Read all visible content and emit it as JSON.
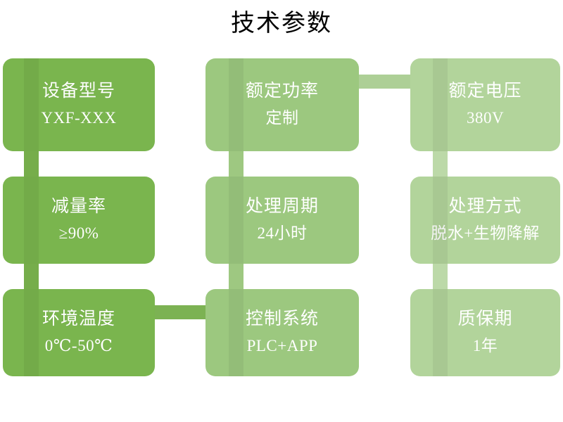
{
  "page": {
    "title": "技术参数",
    "background": "#ffffff",
    "title_color": "#000000"
  },
  "palette": {
    "column1": "#7ab54e",
    "column2": "#9cc87f",
    "column3": "#b2d49b",
    "connector_col1": "#76ad4b",
    "connector_col2": "#9ec881",
    "connector_col3": "#bcd9a8",
    "text": "#ffffff"
  },
  "cards": [
    {
      "id": "model",
      "title": "设备型号",
      "value": "YXF-XXX",
      "color_key": "column1",
      "row": 1,
      "col": 1
    },
    {
      "id": "rated-power",
      "title": "额定功率",
      "value": "定制",
      "color_key": "column2",
      "row": 1,
      "col": 2
    },
    {
      "id": "rated-voltage",
      "title": "额定电压",
      "value": "380V",
      "color_key": "column3",
      "row": 1,
      "col": 3
    },
    {
      "id": "reduction",
      "title": "减量率",
      "value": "≥90%",
      "color_key": "column1",
      "row": 2,
      "col": 1
    },
    {
      "id": "cycle",
      "title": "处理周期",
      "value": "24小时",
      "color_key": "column2",
      "row": 2,
      "col": 2
    },
    {
      "id": "method",
      "title": "处理方式",
      "value": "脱水+生物降解",
      "color_key": "column3",
      "row": 2,
      "col": 3
    },
    {
      "id": "temperature",
      "title": "环境温度",
      "value": "0℃-50℃",
      "color_key": "column1",
      "row": 3,
      "col": 1
    },
    {
      "id": "control",
      "title": "控制系统",
      "value": "PLC+APP",
      "color_key": "column2",
      "row": 3,
      "col": 2
    },
    {
      "id": "warranty",
      "title": "质保期",
      "value": "1年",
      "color_key": "column3",
      "row": 3,
      "col": 3
    }
  ],
  "connectors": [
    {
      "id": "v-col1-r1r2",
      "orientation": "vertical",
      "from": "model",
      "to": "reduction"
    },
    {
      "id": "v-col1-r2r3",
      "orientation": "vertical",
      "from": "reduction",
      "to": "temperature"
    },
    {
      "id": "v-col2-r1r2",
      "orientation": "vertical",
      "from": "rated-power",
      "to": "cycle"
    },
    {
      "id": "v-col2-r2r3",
      "orientation": "vertical",
      "from": "cycle",
      "to": "control"
    },
    {
      "id": "v-col3-r1r2",
      "orientation": "vertical",
      "from": "rated-voltage",
      "to": "method"
    },
    {
      "id": "v-col3-r2r3",
      "orientation": "vertical",
      "from": "method",
      "to": "warranty"
    },
    {
      "id": "h-row1",
      "orientation": "horizontal",
      "from": "rated-power",
      "to": "rated-voltage"
    },
    {
      "id": "h-row3",
      "orientation": "horizontal",
      "from": "temperature",
      "to": "control"
    }
  ]
}
